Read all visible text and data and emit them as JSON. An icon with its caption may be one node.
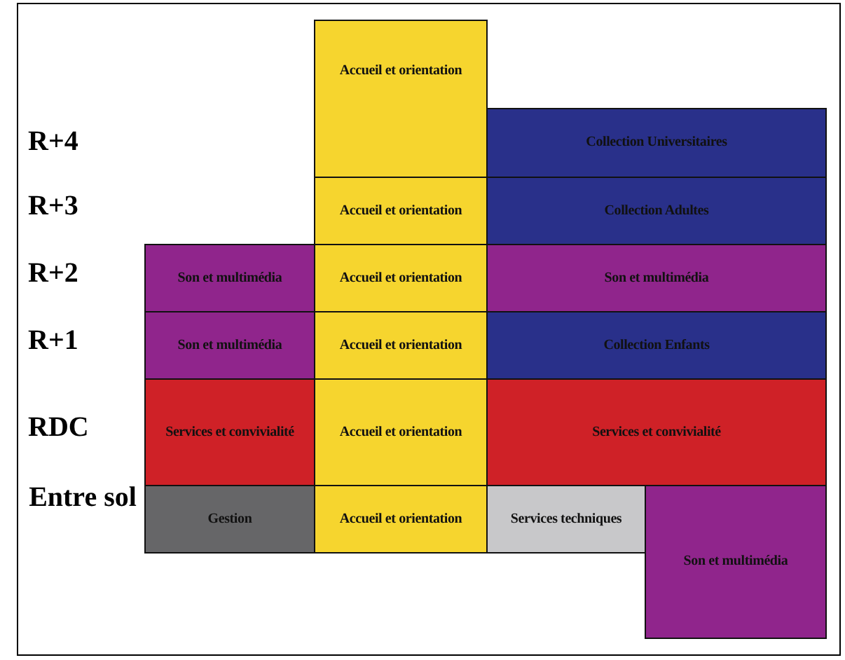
{
  "diagram": {
    "nodes": [
      {
        "text": [
          "Accueil et orientation"
        ]
      },
      {
        "text": [
          "Collection Universitaires"
        ]
      },
      {
        "text": [
          "Accueil et orientation"
        ]
      },
      {
        "text": [
          "Collection Adultes"
        ]
      },
      {
        "text": [
          "Son et multimédia"
        ]
      },
      {
        "text": [
          "Accueil et orientation"
        ]
      },
      {
        "text": [
          "Son et multimédia"
        ]
      },
      {
        "text": [
          "Son et multimédia"
        ]
      },
      {
        "text": [
          "Accueil et orientation"
        ]
      },
      {
        "text": [
          "Collection Enfants"
        ]
      },
      {
        "text": [
          "Services et convivialité"
        ]
      },
      {
        "text": [
          "Accueil et orientation"
        ]
      },
      {
        "text": [
          "Services et convivialité"
        ]
      },
      {
        "text": [
          "Gestion"
        ]
      },
      {
        "text": [
          "Accueil et orientation"
        ]
      },
      {
        "text": [
          "Services techniques"
        ]
      },
      {
        "text": [
          "Son et multimédia"
        ]
      }
    ],
    "labels": [
      "R+4",
      "R+3",
      "R+2",
      "R+1",
      "RDC",
      "Entre sol"
    ]
  }
}
